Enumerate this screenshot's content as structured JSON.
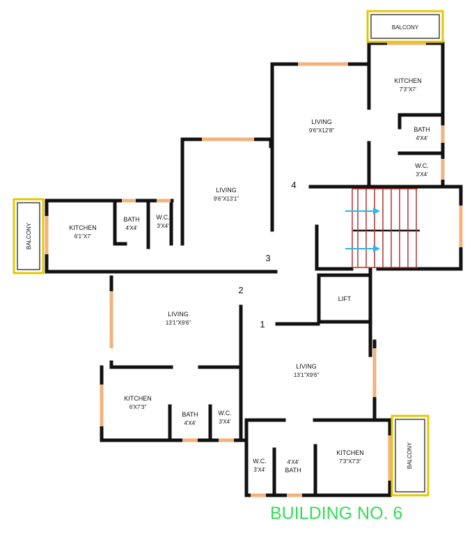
{
  "title": "BUILDING NO. 6",
  "flat_numbers": [
    "1",
    "2",
    "3",
    "4"
  ],
  "lift": "LIFT",
  "flats": {
    "flat4": {
      "balcony": "BALCONY",
      "kitchen": {
        "label": "KITCHEN",
        "dim": "7'3\"X7'"
      },
      "living": {
        "label": "LIVING",
        "dim": "9'6\"X12'8\""
      },
      "bath": {
        "label": "BATH",
        "dim": "4'X4'"
      },
      "wc": {
        "label": "W.C.",
        "dim": "3'X4'"
      }
    },
    "flat3": {
      "balcony": "BALCONY",
      "kitchen": {
        "label": "KITCHEN",
        "dim": "6'1\"X7'"
      },
      "living": {
        "label": "LIVING",
        "dim": "9'6\"X13'1\""
      },
      "bath": {
        "label": "BATH",
        "dim": "4'X4'"
      },
      "wc": {
        "label": "W.C.",
        "dim": "3'X4'"
      }
    },
    "flat2": {
      "living": {
        "label": "LIVING",
        "dim": "13'1\"X9'6\""
      },
      "kitchen": {
        "label": "KITCHEN",
        "dim": "6'X7'3\""
      },
      "bath": {
        "label": "BATH",
        "dim": "4'X4'"
      },
      "wc": {
        "label": "W.C.",
        "dim": "3'X4'"
      }
    },
    "flat1": {
      "balcony": "BALCONY",
      "living": {
        "label": "LIVING",
        "dim": "13'1\"X9'6\""
      },
      "kitchen": {
        "label": "KITCHEN",
        "dim": "7'3\"X7'3\""
      },
      "bath": {
        "label": "BATH",
        "dim": "4'X4'"
      },
      "wc": {
        "label": "W.C.",
        "dim": "3'X4'"
      }
    }
  },
  "colors": {
    "walls": "#111111",
    "windows": "#f3b27c",
    "balcony_outline": "#e5c700",
    "stair_treads": "#b03030",
    "stair_arrows": "#29b6e8",
    "title": "#33dd55"
  },
  "icons": [
    "up-arrow-icon",
    "up-arrow-icon"
  ]
}
